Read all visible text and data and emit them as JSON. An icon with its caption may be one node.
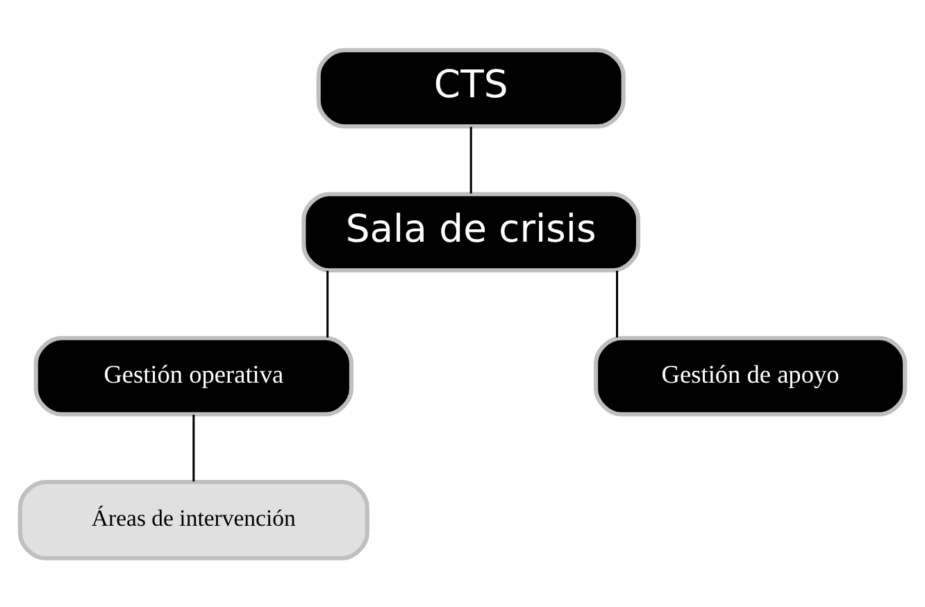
{
  "diagram": {
    "nodes": [
      {
        "text": [
          "CTS"
        ]
      },
      {
        "text": [
          "Sala de crisis"
        ]
      },
      {
        "text": [
          "Gestión operativa"
        ]
      },
      {
        "text": [
          "Gestión de apoyo"
        ]
      },
      {
        "text": [
          "Áreas de intervención"
        ]
      }
    ],
    "edges": [
      {
        "from": 0,
        "to": 1,
        "arrow": "none"
      },
      {
        "from": 1,
        "to": 2,
        "arrow": "none"
      },
      {
        "from": 1,
        "to": 3,
        "arrow": "none"
      },
      {
        "from": 2,
        "to": 4,
        "arrow": "none"
      }
    ]
  }
}
